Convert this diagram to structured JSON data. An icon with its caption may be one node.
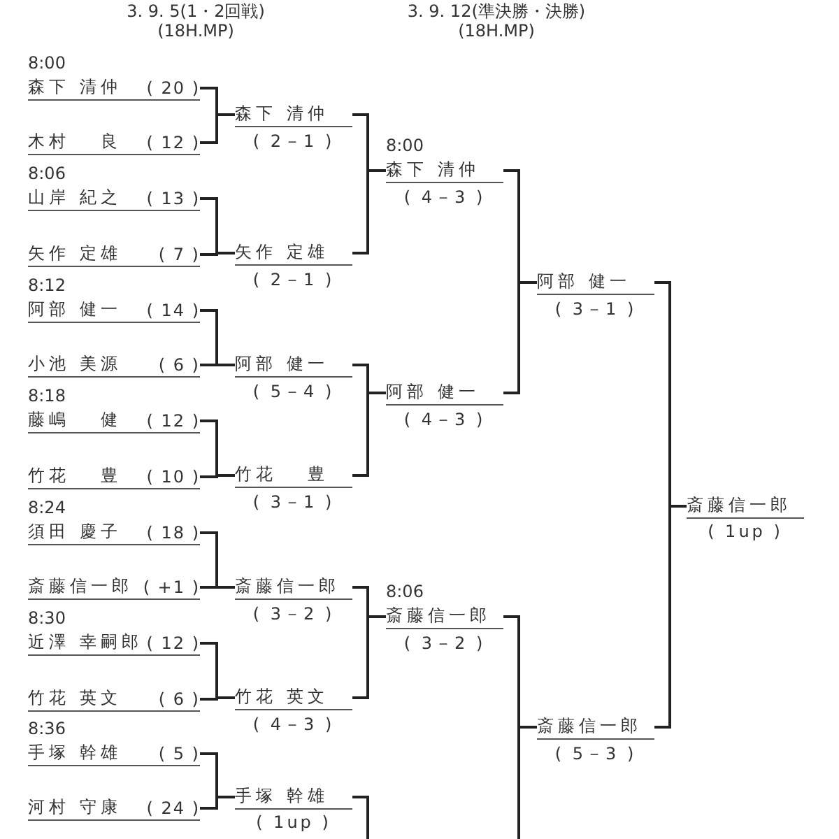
{
  "diagram": {
    "nodes": [
      {
        "text": [
          "森下 清仲",
          "( 20 )"
        ],
        "beside": [
          "8:00"
        ]
      },
      {
        "text": [
          "木村 　良",
          "( 12 )"
        ]
      },
      {
        "text": [
          "山岸 紀之",
          "( 13 )"
        ],
        "beside": [
          "8:06"
        ]
      },
      {
        "text": [
          "矢作 定雄",
          "( 7 )"
        ]
      },
      {
        "text": [
          "阿部 健一",
          "( 14 )"
        ],
        "beside": [
          "8:12"
        ]
      },
      {
        "text": [
          "小池 美源",
          "( 6 )"
        ]
      },
      {
        "text": [
          "藤嶋 　健",
          "( 12 )"
        ],
        "beside": [
          "8:18"
        ]
      },
      {
        "text": [
          "竹花 　豊",
          "( 10 )"
        ]
      },
      {
        "text": [
          "須田 慶子",
          "( 18 )"
        ],
        "beside": [
          "8:24"
        ]
      },
      {
        "text": [
          "斎藤信一郎",
          "( +1 )"
        ]
      },
      {
        "text": [
          "近澤 幸嗣郎",
          "( 12 )"
        ],
        "beside": [
          "8:30"
        ]
      },
      {
        "text": [
          "竹花 英文",
          "( 6 )"
        ]
      },
      {
        "text": [
          "手塚 幹雄",
          "( 5 )"
        ],
        "beside": [
          "8:36"
        ]
      },
      {
        "text": [
          "河村 守康",
          "( 24 )"
        ]
      },
      {
        "text": [
          "森下 清仲"
        ],
        "beside": [
          "( 2－1 )"
        ]
      },
      {
        "text": [
          "矢作 定雄"
        ],
        "beside": [
          "( 2－1 )"
        ]
      },
      {
        "text": [
          "阿部 健一"
        ],
        "beside": [
          "( 5－4 )"
        ]
      },
      {
        "text": [
          "竹花 　豊"
        ],
        "beside": [
          "( 3－1 )"
        ]
      },
      {
        "text": [
          "斎藤信一郎"
        ],
        "beside": [
          "( 3－2 )"
        ]
      },
      {
        "text": [
          "竹花 英文"
        ],
        "beside": [
          "( 4－3 )"
        ]
      },
      {
        "text": [
          "手塚 幹雄"
        ],
        "beside": [
          "( 1up )"
        ]
      },
      {
        "text": [
          "森下 清仲"
        ],
        "beside": [
          "8:00",
          "( 4－3 )"
        ]
      },
      {
        "text": [
          "阿部 健一"
        ],
        "beside": [
          "( 4－3 )"
        ]
      },
      {
        "text": [
          "斎藤信一郎"
        ],
        "beside": [
          "8:06",
          "( 3－2 )"
        ]
      },
      {
        "text": [
          "阿部 健一"
        ],
        "beside": [
          "( 3－1 )"
        ]
      },
      {
        "text": [
          "斎藤信一郎"
        ],
        "beside": [
          "( 5－3 )"
        ]
      },
      {
        "text": [
          "斎藤信一郎"
        ],
        "beside": [
          "( 1up )"
        ]
      }
    ],
    "edges": [
      {
        "from": 0,
        "to": 14,
        "arrow": "none"
      },
      {
        "from": 1,
        "to": 14,
        "arrow": "none"
      },
      {
        "from": 2,
        "to": 15,
        "arrow": "none"
      },
      {
        "from": 3,
        "to": 15,
        "arrow": "none"
      },
      {
        "from": 4,
        "to": 16,
        "arrow": "none"
      },
      {
        "from": 5,
        "to": 16,
        "arrow": "none"
      },
      {
        "from": 6,
        "to": 17,
        "arrow": "none"
      },
      {
        "from": 7,
        "to": 17,
        "arrow": "none"
      },
      {
        "from": 8,
        "to": 18,
        "arrow": "none"
      },
      {
        "from": 9,
        "to": 18,
        "arrow": "none"
      },
      {
        "from": 10,
        "to": 19,
        "arrow": "none"
      },
      {
        "from": 11,
        "to": 19,
        "arrow": "none"
      },
      {
        "from": 12,
        "to": 20,
        "arrow": "none"
      },
      {
        "from": 13,
        "to": 20,
        "arrow": "none"
      },
      {
        "from": 14,
        "to": 21,
        "arrow": "none"
      },
      {
        "from": 15,
        "to": 21,
        "arrow": "none"
      },
      {
        "from": 16,
        "to": 22,
        "arrow": "none"
      },
      {
        "from": 17,
        "to": 22,
        "arrow": "none"
      },
      {
        "from": 18,
        "to": 23,
        "arrow": "none"
      },
      {
        "from": 19,
        "to": 23,
        "arrow": "none"
      },
      {
        "from": 20,
        "to": null,
        "arrow": "none"
      },
      {
        "from": 21,
        "to": 24,
        "arrow": "none"
      },
      {
        "from": 22,
        "to": 24,
        "arrow": "none"
      },
      {
        "from": 23,
        "to": 25,
        "arrow": "none"
      },
      {
        "from": null,
        "to": 25,
        "arrow": "none"
      },
      {
        "from": 24,
        "to": 26,
        "arrow": "none"
      },
      {
        "from": 25,
        "to": 26,
        "arrow": "none"
      }
    ],
    "labels": [
      "3. 9. 5(1・2回戦)",
      "(18H.MP)",
      "3. 9. 12(準決勝・決勝)",
      "(18H.MP)"
    ]
  }
}
